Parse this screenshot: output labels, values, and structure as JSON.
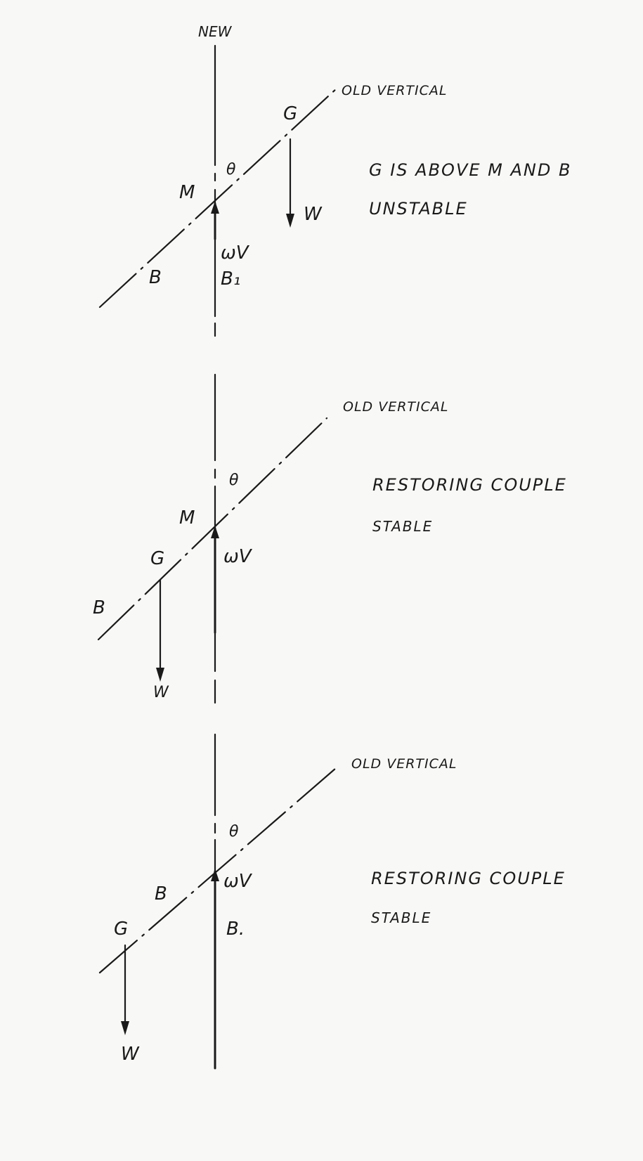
{
  "diagrams": [
    {
      "new_label": "NEW",
      "old_vertical_label": "OLD VERTICAL",
      "theta": "θ",
      "M": "M",
      "G": "G",
      "B": "B",
      "B1": "B₁",
      "wV": "ωV",
      "W": "W",
      "caption_line1": "G IS ABOVE M AND B",
      "caption_line2": "UNSTABLE"
    },
    {
      "old_vertical_label": "OLD VERTICAL",
      "theta": "θ",
      "M": "M",
      "G": "G",
      "B": "B",
      "wV": "ωV",
      "W": "W",
      "caption_line1": "RESTORING COUPLE",
      "caption_line2": "STABLE"
    },
    {
      "old_vertical_label": "OLD VERTICAL",
      "theta": "θ",
      "G": "G",
      "B": "B",
      "B1": "B.",
      "wV": "ωV",
      "W": "W",
      "caption_line1": "RESTORING COUPLE",
      "caption_line2": "STABLE"
    }
  ]
}
